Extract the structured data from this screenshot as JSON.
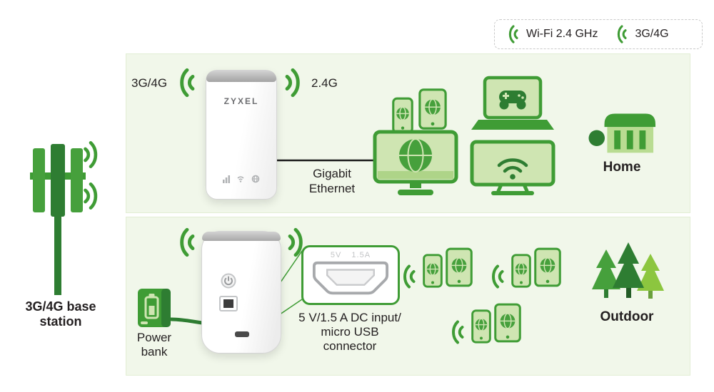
{
  "colors": {
    "brand_green": "#3f9c35",
    "green_dark": "#2e7d32",
    "green_mid": "#46a03c",
    "green_light_fill": "#cfe5b2",
    "panel_background": "#f1f7ea",
    "text": "#231f20",
    "device_gray": "#b0b2b4"
  },
  "icons": {
    "signal_waves": "double-arc",
    "wifi": "arcs-with-dot",
    "globe": "circle-with-meridians"
  },
  "legend": {
    "items": [
      {
        "icon": "wifi-signal-icon",
        "label": "Wi-Fi 2.4 GHz"
      },
      {
        "icon": "cellular-signal-icon",
        "label": "3G/4G"
      }
    ]
  },
  "base_station": {
    "label_line1": "3G/4G base",
    "label_line2": "station"
  },
  "home_panel": {
    "cellular_label": "3G/4G",
    "wifi_label": "2.4G",
    "router_brand": "ZYXEL",
    "connection_label_line1": "Gigabit",
    "connection_label_line2": "Ethernet",
    "location_label": "Home"
  },
  "outdoor_panel": {
    "power_bank_label_line1": "Power",
    "power_bank_label_line2": "bank",
    "usb_port_print": "5V 1.5A",
    "usb_caption_line1": "5 V/1.5 A DC input/",
    "usb_caption_line2": "micro USB",
    "usb_caption_line3": "connector",
    "location_label": "Outdoor"
  }
}
